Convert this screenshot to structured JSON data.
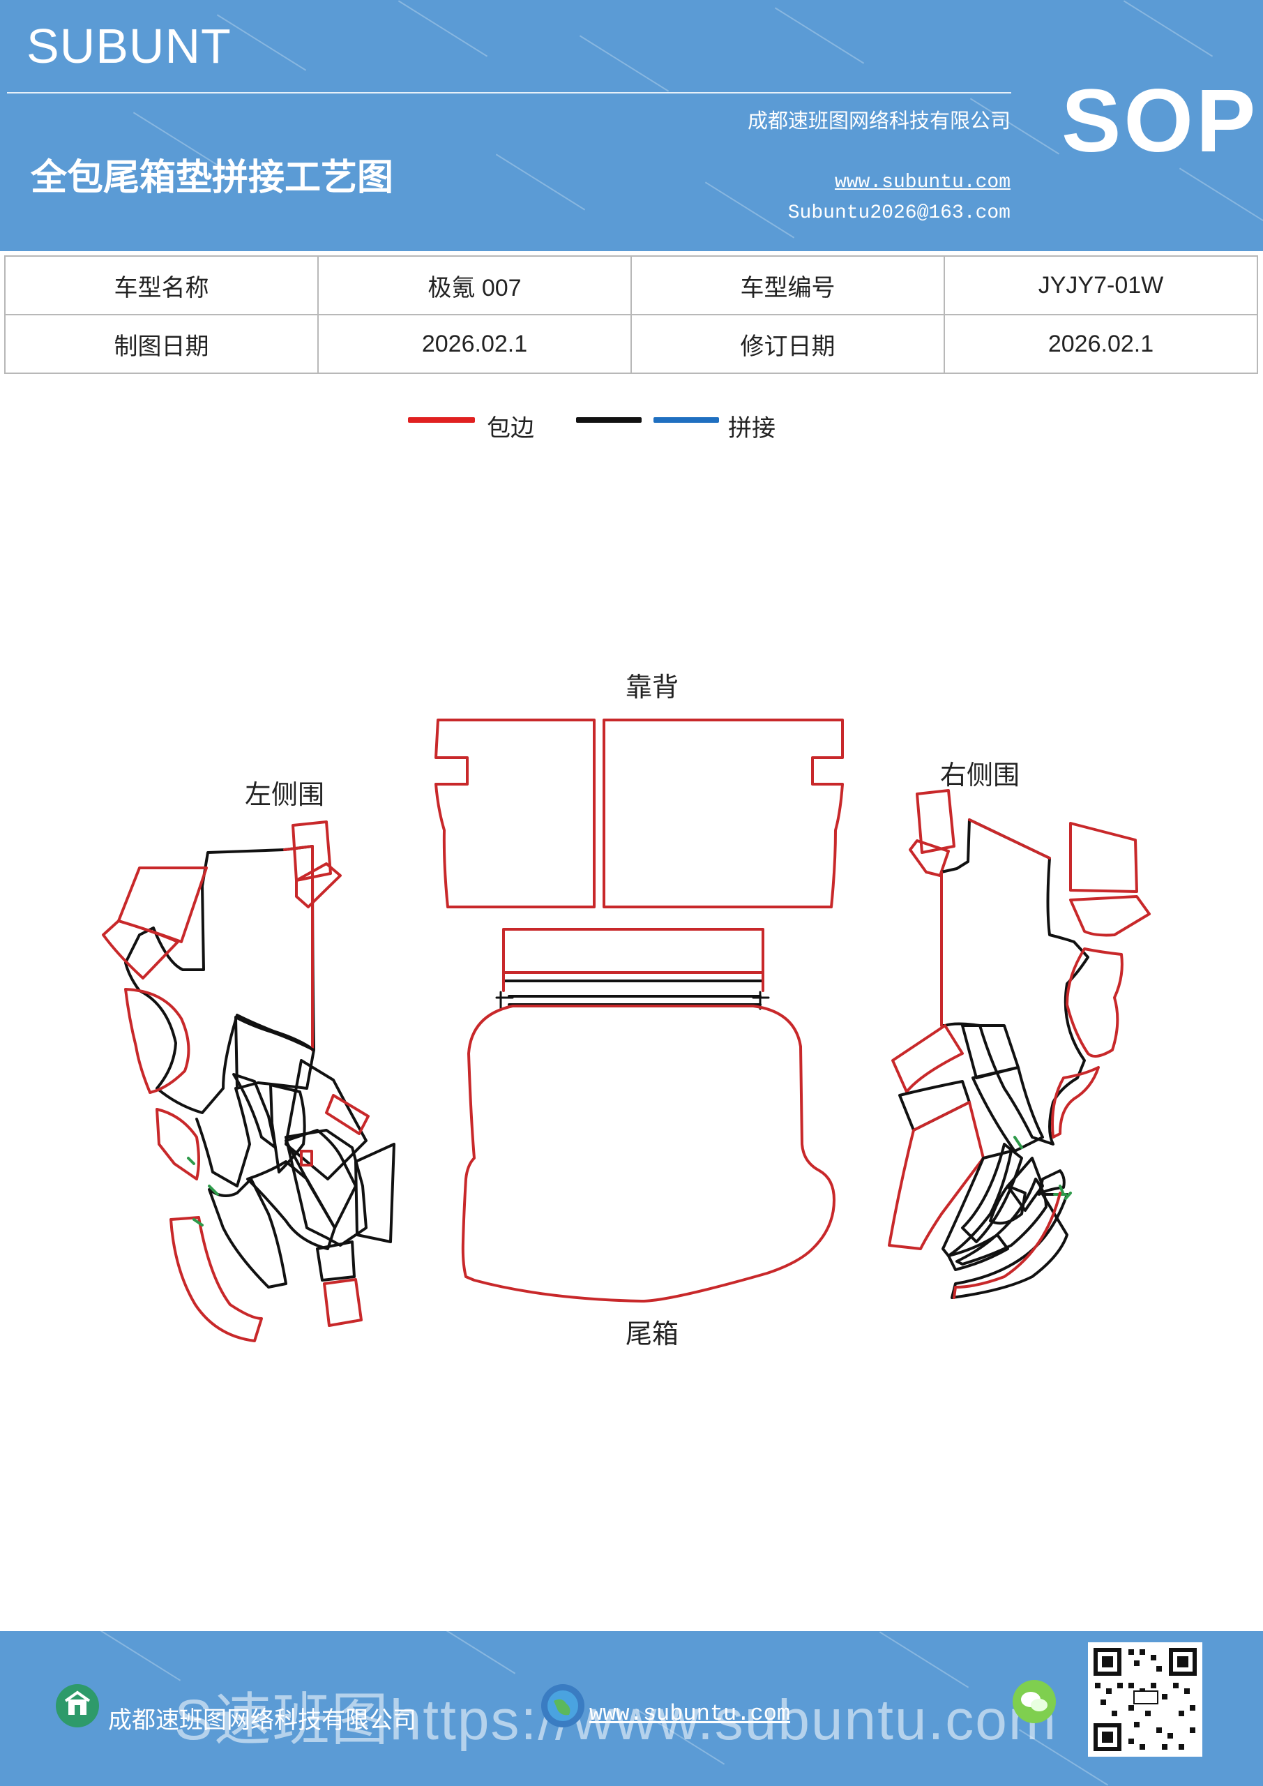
{
  "header": {
    "brand": "SUBUNT",
    "title": "全包尾箱垫拼接工艺图",
    "company": "成都速班图网络科技有限公司",
    "website": "www.subuntu.com",
    "email": "Subuntu2026@163.com",
    "badge": "SOP",
    "colors": {
      "band": "#5b9bd5",
      "text": "#ffffff"
    }
  },
  "info_table": {
    "rows": [
      [
        "车型名称",
        "极氪 007",
        "车型编号",
        "JYJY7-01W"
      ],
      [
        "制图日期",
        "2026.02.1",
        "修订日期",
        "2026.02.1"
      ]
    ]
  },
  "legend": [
    {
      "color": "#e02020",
      "label": "包边"
    },
    {
      "color": "#111111",
      "label": ""
    },
    {
      "color": "#1f6fc0",
      "label": "拼接"
    }
  ],
  "diagram": {
    "labels": {
      "backrest": "靠背",
      "left_side": "左侧围",
      "right_side": "右侧围",
      "trunk": "尾箱"
    },
    "stroke_colors": {
      "edge": "#c8282a",
      "seam": "#111111",
      "joint": "#2e9a4a"
    }
  },
  "footer": {
    "company": "成都速班图网络科技有限公司",
    "website": "www.subuntu.com",
    "watermark": "S速班图https://www.subuntu.com",
    "icons": [
      "building-icon",
      "globe-icon",
      "wechat-icon",
      "qr-code"
    ]
  }
}
